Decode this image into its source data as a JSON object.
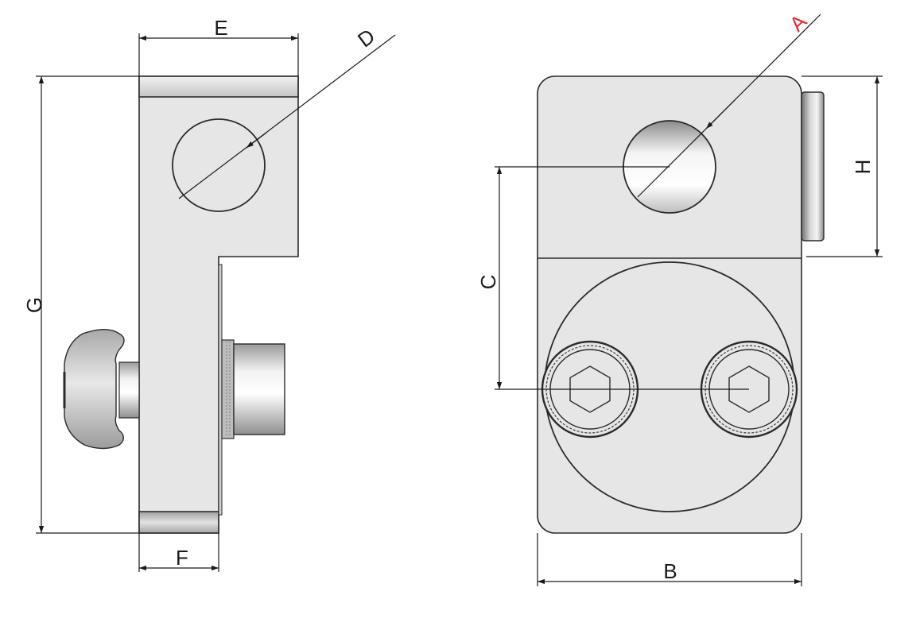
{
  "labels": {
    "A": "A",
    "B": "B",
    "C": "C",
    "D": "D",
    "E": "E",
    "F": "F",
    "G": "G",
    "H": "H"
  },
  "colors": {
    "body_fill": "#e6e6e6",
    "outline": "#2b2b2b",
    "dimension": "#1a1a1a",
    "accent_label": "#e0282e"
  }
}
